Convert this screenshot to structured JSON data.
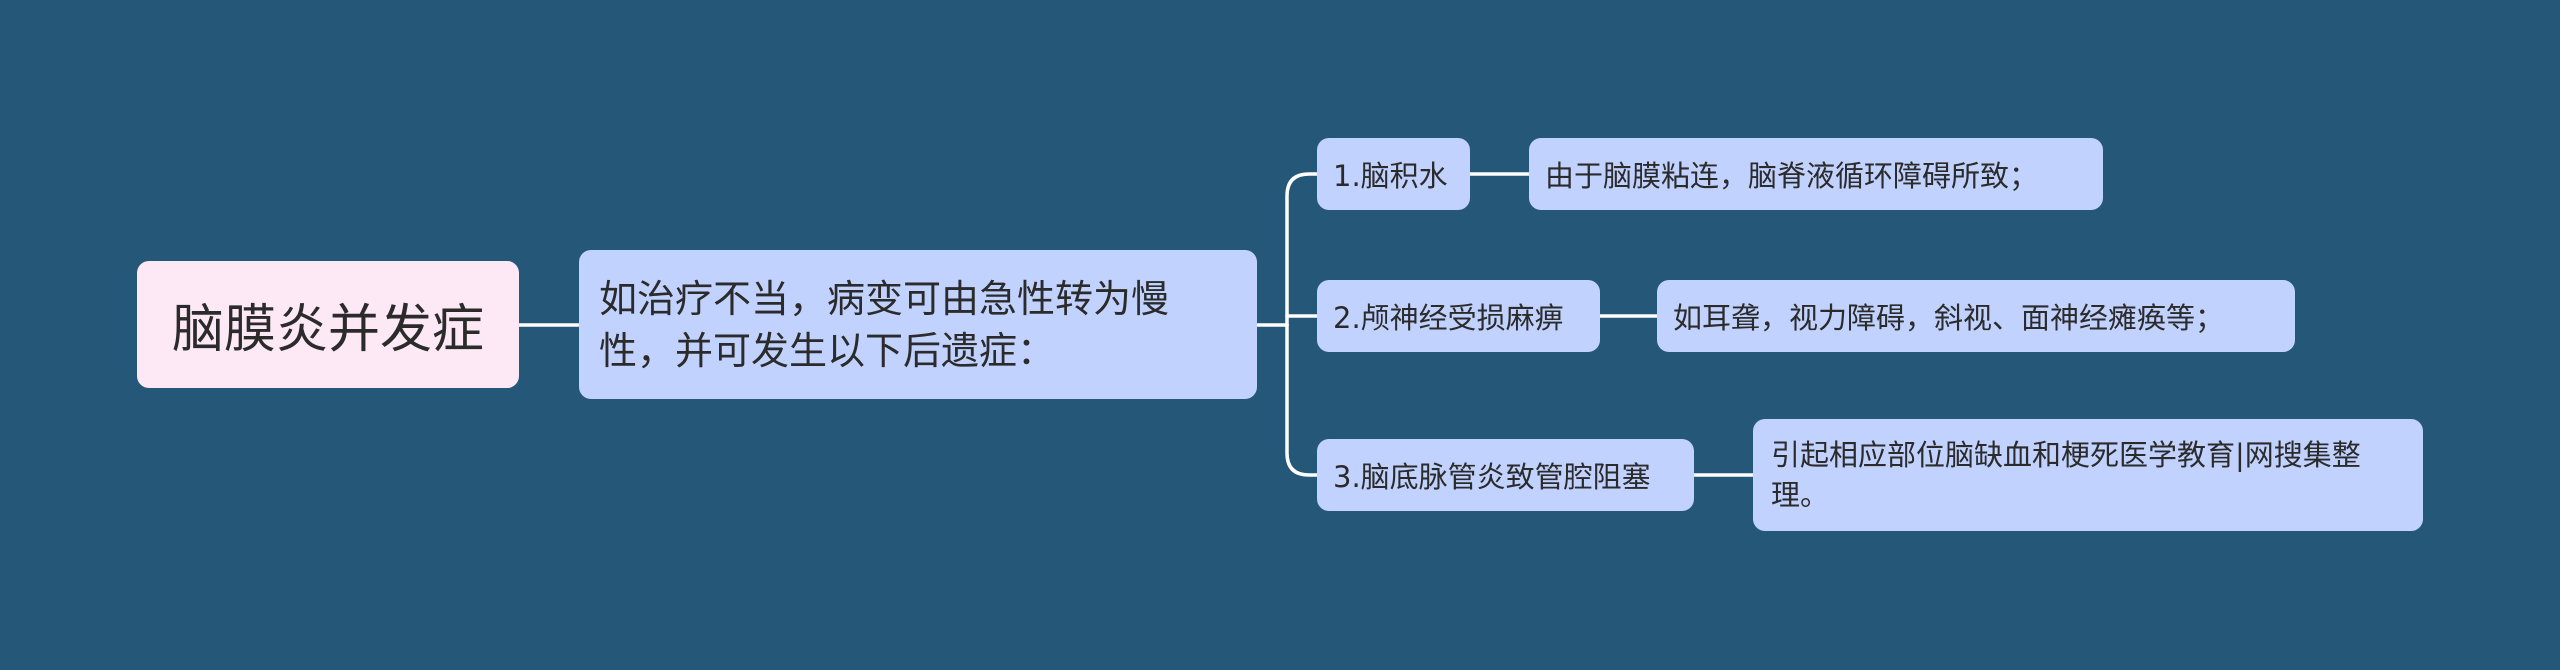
{
  "root": {
    "text": "脑膜炎并发症"
  },
  "main": {
    "text": "如治疗不当，病变可由急性转为慢性，并可发生以下后遗症："
  },
  "branches": [
    {
      "label": "1.脑积水",
      "detail": "由于脑膜粘连，脑脊液循环障碍所致；"
    },
    {
      "label": "2.颅神经受损麻痹",
      "detail": "如耳聋，视力障碍，斜视、面神经瘫痪等；"
    },
    {
      "label": "3.脑底脉管炎致管腔阻塞",
      "detail": "引起相应部位脑缺血和梗死医学教育|网搜集整理。"
    }
  ],
  "colors": {
    "background": "#255778",
    "root_fill": "#fde9f6",
    "node_fill": "#c2d2ff",
    "connector": "#ffffff"
  }
}
